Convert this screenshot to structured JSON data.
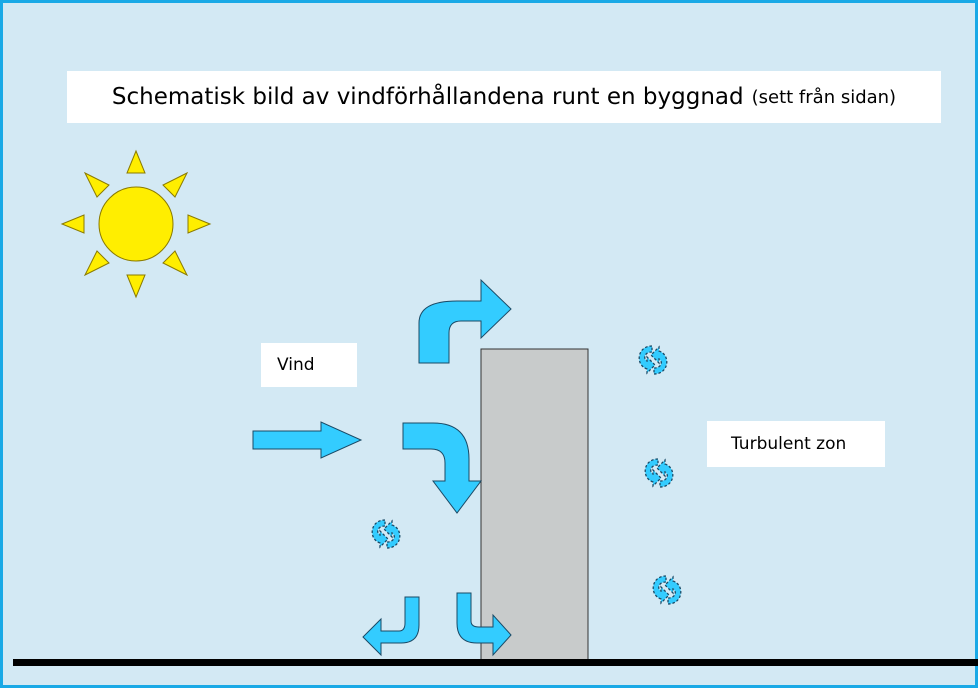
{
  "title": {
    "main": "Schematisk bild av vindförhållandena runt en byggnad",
    "sub": "(sett från sidan)"
  },
  "labels": {
    "wind": "Vind",
    "turbulence": "Turbulent zon"
  },
  "colors": {
    "frame": "#19a9e6",
    "background": "#d3e9f4",
    "arrow": "#33ccff",
    "building": "#c8cbcb",
    "sun": "#ffee00",
    "ground": "#000000"
  },
  "icons": [
    "sun-icon",
    "straight-arrow-icon",
    "curved-arrow-icon",
    "swirl-icon"
  ]
}
